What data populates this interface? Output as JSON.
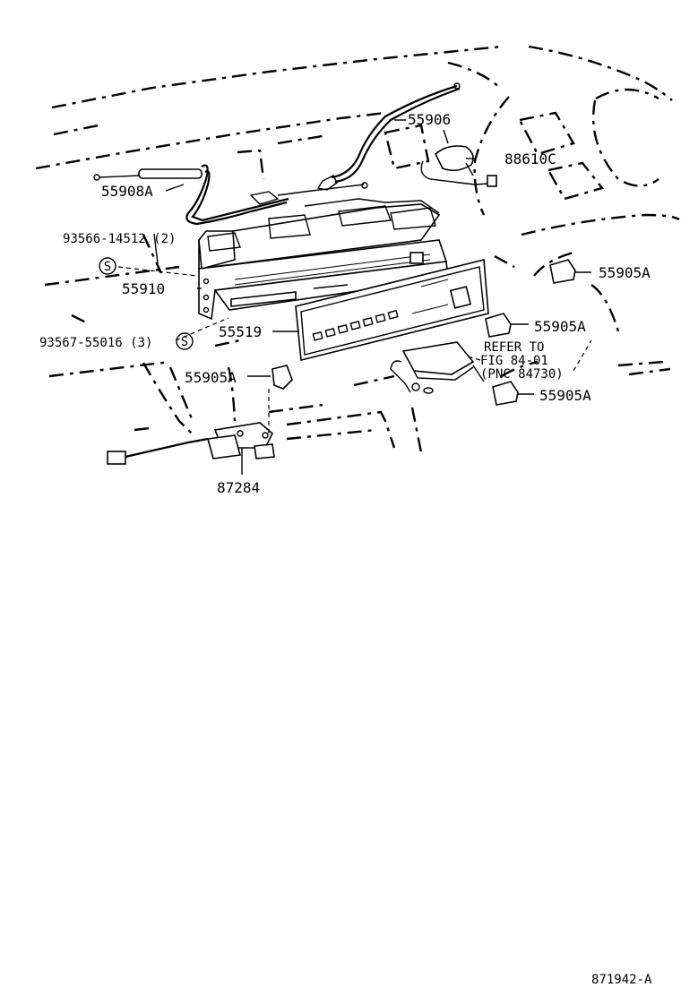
{
  "diagram_id": "871942-A",
  "parts": [
    {
      "label": "55906"
    },
    {
      "label": "88610C"
    },
    {
      "label": "55908A"
    },
    {
      "label": "93566-14512 (2)"
    },
    {
      "label": "55910"
    },
    {
      "label": "55905A"
    },
    {
      "label": "55519"
    },
    {
      "label": "55905A"
    },
    {
      "label": "93567-55016 (3)"
    },
    {
      "label": "55905A"
    },
    {
      "label": "55905A"
    },
    {
      "label": "87284"
    }
  ],
  "reference_note": [
    "REFER TO",
    "FIG 84-01",
    "(PNC 84730)"
  ],
  "screw_symbol": "S"
}
